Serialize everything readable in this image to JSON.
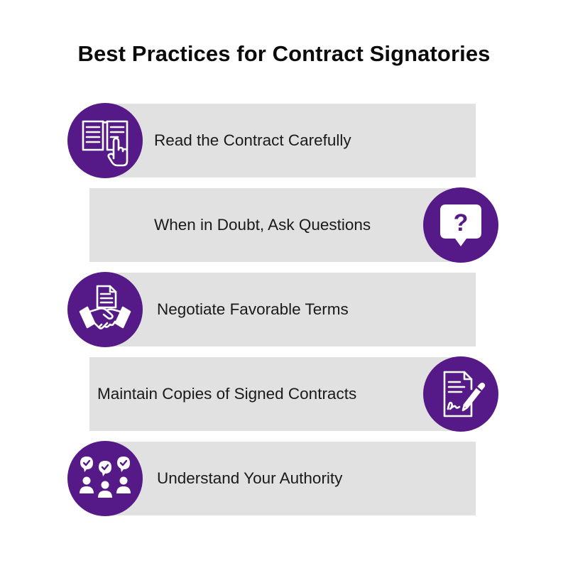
{
  "title": "Best Practices for Contract Signatories",
  "colors": {
    "accent": "#551a87",
    "bar": "#e1e1e1",
    "text": "#1a1a1a"
  },
  "items": [
    {
      "label": "Read the Contract Carefully",
      "icon": "book-pointer-icon"
    },
    {
      "label": "When in Doubt, Ask Questions",
      "icon": "question-bubble-icon"
    },
    {
      "label": "Negotiate Favorable Terms",
      "icon": "handshake-document-icon"
    },
    {
      "label": "Maintain Copies of Signed Contracts",
      "icon": "signed-document-pen-icon"
    },
    {
      "label": "Understand Your Authority",
      "icon": "approved-team-icon"
    }
  ]
}
